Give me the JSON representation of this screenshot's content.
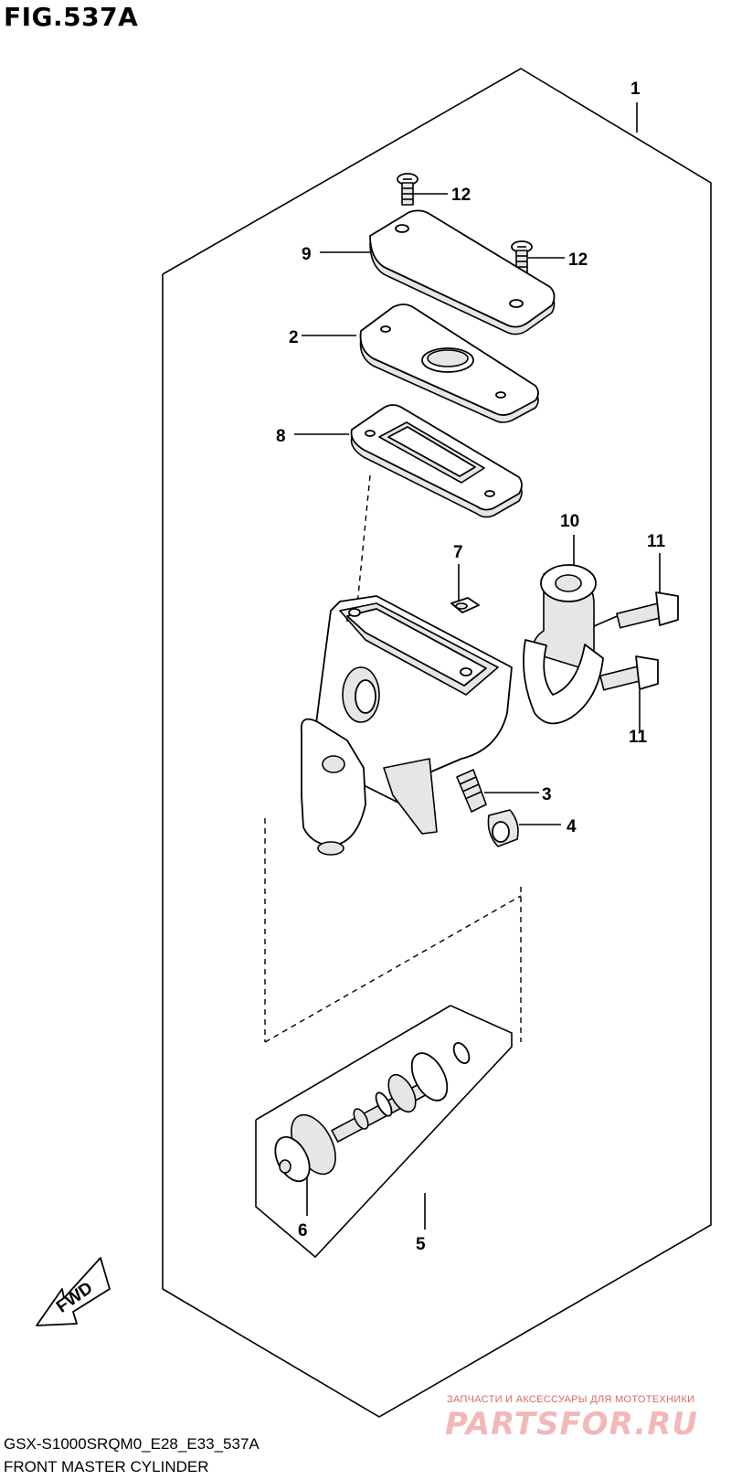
{
  "figure": {
    "title": "FIG.537A",
    "code": "GSX-S1000SRQM0_E28_E33_537A",
    "description": "FRONT MASTER CYLINDER"
  },
  "callouts": [
    {
      "id": "c1",
      "label": "1"
    },
    {
      "id": "c12a",
      "label": "12"
    },
    {
      "id": "c9",
      "label": "9"
    },
    {
      "id": "c12b",
      "label": "12"
    },
    {
      "id": "c2",
      "label": "2"
    },
    {
      "id": "c8",
      "label": "8"
    },
    {
      "id": "c10",
      "label": "10"
    },
    {
      "id": "c11a",
      "label": "11"
    },
    {
      "id": "c7",
      "label": "7"
    },
    {
      "id": "c11b",
      "label": "11"
    },
    {
      "id": "c3",
      "label": "3"
    },
    {
      "id": "c4",
      "label": "4"
    },
    {
      "id": "c6",
      "label": "6"
    },
    {
      "id": "c5",
      "label": "5"
    }
  ],
  "fwd_label": "FWD",
  "watermark": {
    "tagline": "ЗАПЧАСТИ И АКСЕССУАРЫ ДЛЯ МОТОТЕХНИКИ",
    "logo": "PARTSFOR.RU"
  }
}
